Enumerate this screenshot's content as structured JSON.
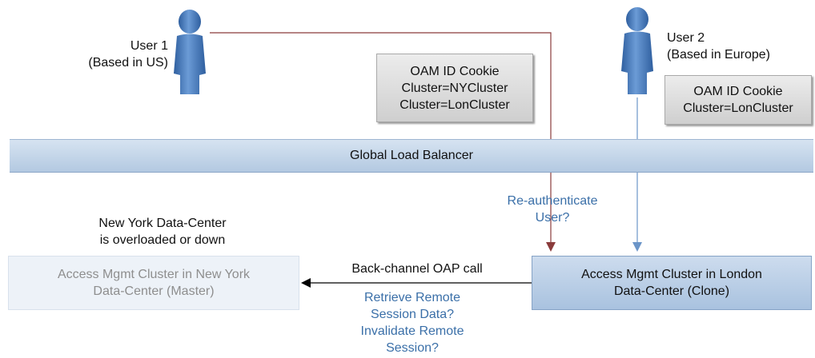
{
  "users": {
    "user1": {
      "name": "User 1",
      "location": "(Based in US)"
    },
    "user2": {
      "name": "User 2",
      "location": "(Based in Europe)"
    }
  },
  "cookies": {
    "left": {
      "line1": "OAM ID Cookie",
      "line2": "Cluster=NYCluster",
      "line3": "Cluster=LonCluster"
    },
    "right": {
      "line1": "OAM ID Cookie",
      "line2": "Cluster=LonCluster"
    }
  },
  "load_balancer": {
    "label": "Global Load Balancer"
  },
  "reauth": {
    "line1": "Re-authenticate",
    "line2": "User?"
  },
  "ny_note": {
    "line1": "New York Data-Center",
    "line2": "is overloaded or down"
  },
  "ny_cluster": {
    "line1": "Access Mgmt Cluster in New York",
    "line2": "Data-Center (Master)"
  },
  "london_cluster": {
    "line1": "Access Mgmt Cluster in London",
    "line2": "Data-Center (Clone)"
  },
  "backchannel": {
    "label": "Back-channel OAP call"
  },
  "remote": {
    "line1": "Retrieve Remote",
    "line2": "Session Data?",
    "line3": "Invalidate Remote",
    "line4": "Session?"
  },
  "colors": {
    "person_blue": "#3f73b6",
    "connector_red": "#8a3b3b",
    "connector_blue": "#6b95c8",
    "arrow_black": "#000000",
    "question_text": "#3a6fa8"
  }
}
